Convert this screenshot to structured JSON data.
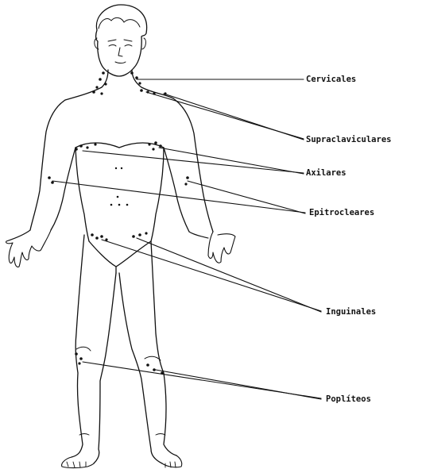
{
  "labels": {
    "cervicales": "Cervicales",
    "supraclaviculares": "Supraclaviculares",
    "axilares": "Axilares",
    "epitrocleares": "Epitrocleares",
    "inguinales": "Inguinales",
    "popliteos": "Poplíteos"
  },
  "colors": {
    "ink": "#111111",
    "background": "#ffffff"
  }
}
